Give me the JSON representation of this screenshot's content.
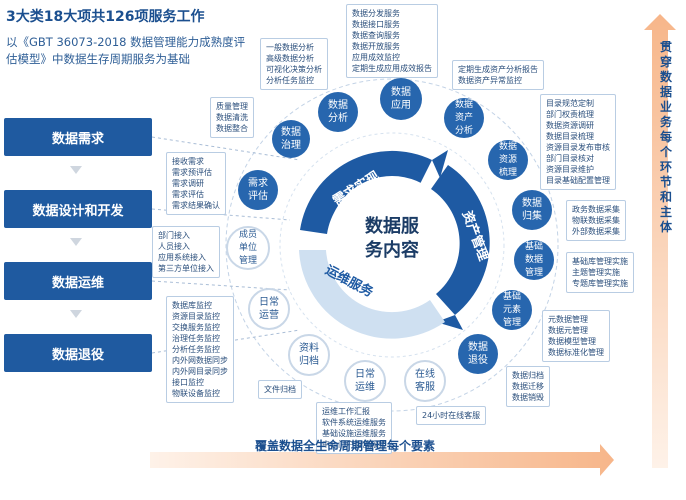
{
  "title": "3大类18大项共126项服务工作",
  "subtitle": "以《GBT 36073-2018 数据管理能力成熟度评估模型》中数据生存周期服务为基础",
  "stages": [
    "数据需求",
    "数据设计和开发",
    "数据运维",
    "数据退役"
  ],
  "center": {
    "line1": "数据服",
    "line2": "务内容"
  },
  "ring": {
    "demand": "需求实现",
    "asset": "资产管理",
    "ops": "运维服务"
  },
  "nodes": {
    "app": "数据\n应用",
    "analysis": "数据\n分析",
    "governance": "数据\n治理",
    "req_eval": "需求\n评估",
    "member_unit": "成员\n单位\n管理",
    "daily_ops": "日常\n运营",
    "archive": "资料\n归档",
    "daily_maint": "日常\n运维",
    "online": "在线\n客服",
    "retire": "数据\n退役",
    "meta": "基础\n元素\n管理",
    "base_data": "基础\n数据\n管理",
    "collect": "数据\n归集",
    "resource": "数据\n资源\n梳理",
    "asset": "数据\n资产\n分析"
  },
  "boxes": {
    "app_items": [
      "数据分发服务",
      "数据接口服务",
      "数据查询服务",
      "数据开放服务",
      "应用成效监控",
      "定期生成应用成效报告"
    ],
    "analysis_items": [
      "一般数据分析",
      "高级数据分析",
      "可视化决策分析",
      "分析任务监控"
    ],
    "asset_items": [
      "定期生成资产分析报告",
      "数据资产异常监控"
    ],
    "governance_items": [
      "质量管理",
      "数据清洗",
      "数据整合"
    ],
    "resource_items": [
      "目录规范定制",
      "部门权责梳理",
      "数据资源调研",
      "数据目录梳理",
      "资源目录发布审核",
      "部门目录核对",
      "资源目录维护",
      "目录基础配置管理"
    ],
    "req_items": [
      "接收需求",
      "需求预评估",
      "需求调研",
      "需求评估",
      "需求结果确认"
    ],
    "collect_items": [
      "政务数据采集",
      "物联数据采集",
      "外部数据采集"
    ],
    "member_items": [
      "部门接入",
      "人员接入",
      "应用系统接入",
      "第三方单位接入"
    ],
    "base_items": [
      "基础库管理实施",
      "主题管理实施",
      "专题库管理实施"
    ],
    "ops_items": [
      "数据库监控",
      "资源目录监控",
      "交换服务监控",
      "治理任务监控",
      "分析任务监控",
      "内外网数据同步",
      "内外网目录同步",
      "接口监控",
      "物联设备监控"
    ],
    "meta_items": [
      "元数据管理",
      "数据元管理",
      "数据模型管理",
      "数据标准化管理"
    ],
    "archive_items": [
      "文件归档"
    ],
    "retire_items": [
      "数据归档",
      "数据迁移",
      "数据销毁"
    ],
    "online_items": [
      "24小时在线客服"
    ],
    "maint_items": [
      "运维工作汇报",
      "软件系统运维服务",
      "基础设施运维服务",
      "中心门户运营服务"
    ]
  },
  "bottom_banner": "覆盖数据全生命周期管理每个要素",
  "right_banner": "贯穿数据业务每个环节和主体",
  "colors": {
    "primary": "#1f5aa0",
    "bubble": "#2766ae",
    "ring_dark": "#1e5aa3",
    "ring_light": "#cfe0f1",
    "arrow_orange": "#f07a2a"
  }
}
